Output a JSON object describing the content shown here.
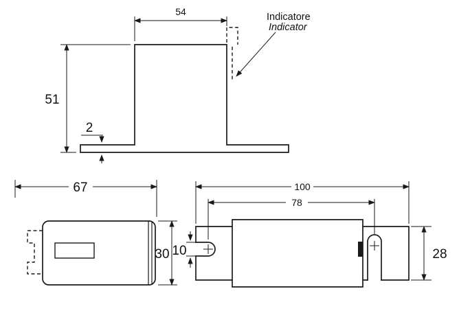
{
  "labels": {
    "indicator_it": "Indicatore",
    "indicator_en": "Indicator"
  },
  "dimensions": {
    "bracket_width": "54",
    "bracket_height": "51",
    "flange_thickness": "2",
    "body_length": "67",
    "body_height": "30",
    "fuse_length": "100",
    "fixing_centres": "78",
    "slot_width": "10",
    "blade_height": "28"
  },
  "colors": {
    "line": "#1a1a1a",
    "background": "#ffffff"
  }
}
